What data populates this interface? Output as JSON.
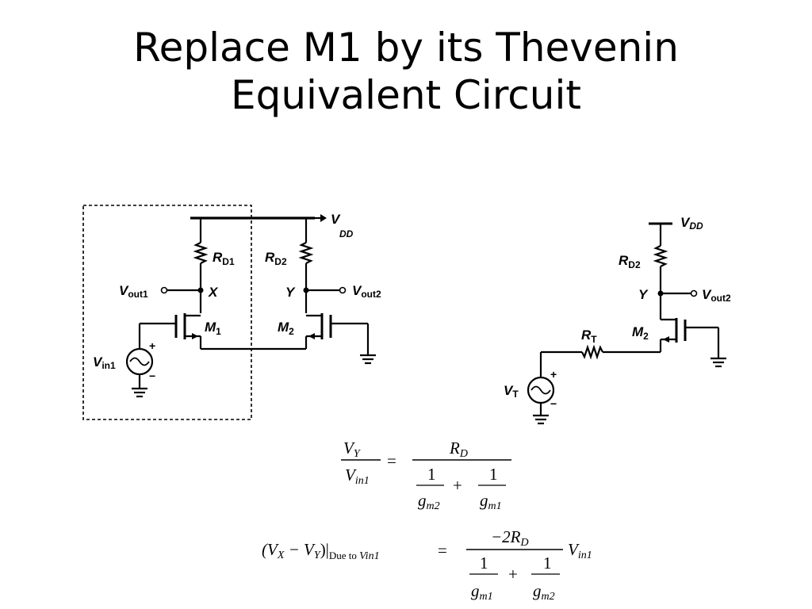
{
  "title": {
    "line1": "Replace M1 by its Thevenin",
    "line2": "Equivalent Circuit"
  },
  "left_circuit": {
    "vdd_main": "V",
    "vdd_sub": "DD",
    "rd1_main": "R",
    "rd1_sub": "D1",
    "rd2_main": "R",
    "rd2_sub": "D2",
    "vout1_main": "V",
    "vout1_sub": "out1",
    "vout2_main": "V",
    "vout2_sub": "out2",
    "node_x": "X",
    "node_y": "Y",
    "m1_main": "M",
    "m1_sub": "1",
    "m2_main": "M",
    "m2_sub": "2",
    "vin1_main": "V",
    "vin1_sub": "in1",
    "plus": "+",
    "minus": "−"
  },
  "right_circuit": {
    "vdd_main": "V",
    "vdd_sub": "DD",
    "rd2_main": "R",
    "rd2_sub": "D2",
    "node_y": "Y",
    "vout2_main": "V",
    "vout2_sub": "out2",
    "rt_main": "R",
    "rt_sub": "T",
    "m2_main": "M",
    "m2_sub": "2",
    "vt_main": "V",
    "vt_sub": "T",
    "plus": "+",
    "minus": "−"
  },
  "equation1": {
    "num_main": "V",
    "num_sub": "Y",
    "den_main": "V",
    "den_sub": "in1",
    "equals": "=",
    "rhs_num_main": "R",
    "rhs_num_sub": "D",
    "one_a": "1",
    "gm_a_main": "g",
    "gm_a_sub": "m2",
    "plus": "+",
    "one_b": "1",
    "gm_b_main": "g",
    "gm_b_sub": "m1"
  },
  "equation2": {
    "lhs_open": "(V",
    "lhs_x_sub": "X",
    "lhs_minus": " − V",
    "lhs_y_sub": "Y",
    "lhs_close": ")|",
    "due_to": "Due to ",
    "due_vin": "Vin1",
    "equals": "=",
    "rhs_num": "−2R",
    "rhs_num_sub": "D",
    "one_a": "1",
    "gm_a_main": "g",
    "gm_a_sub": "m1",
    "plus": "+",
    "one_b": "1",
    "gm_b_main": "g",
    "gm_b_sub": "m2",
    "tail_main": "V",
    "tail_sub": "in1"
  }
}
